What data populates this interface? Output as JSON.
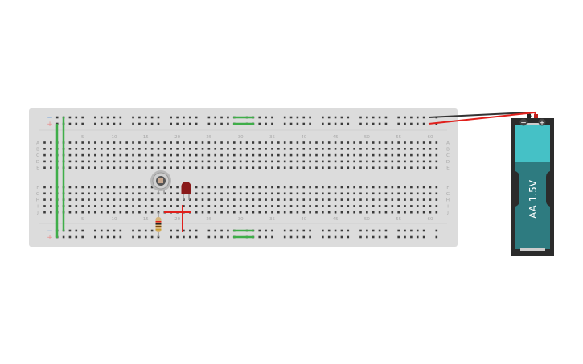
{
  "breadboard": {
    "row_labels_top": [
      "A",
      "B",
      "C",
      "D",
      "E"
    ],
    "row_labels_bottom": [
      "F",
      "G",
      "H",
      "I",
      "J"
    ],
    "column_labels": [
      "5",
      "10",
      "15",
      "20",
      "25",
      "30",
      "35",
      "40",
      "45",
      "50",
      "55",
      "60"
    ],
    "rail_minus": "−",
    "rail_plus": "+"
  },
  "battery": {
    "label": "AA 1.5V",
    "minus_symbol": "−",
    "plus_symbol": "+"
  },
  "colors": {
    "board": "#dcdcdc",
    "wire_green": "#3fae49",
    "wire_red": "#e0201c",
    "wire_black": "#333333",
    "battery_top": "#45c1c6",
    "battery_body": "#2e7b80",
    "led": "#8a1a1a"
  }
}
